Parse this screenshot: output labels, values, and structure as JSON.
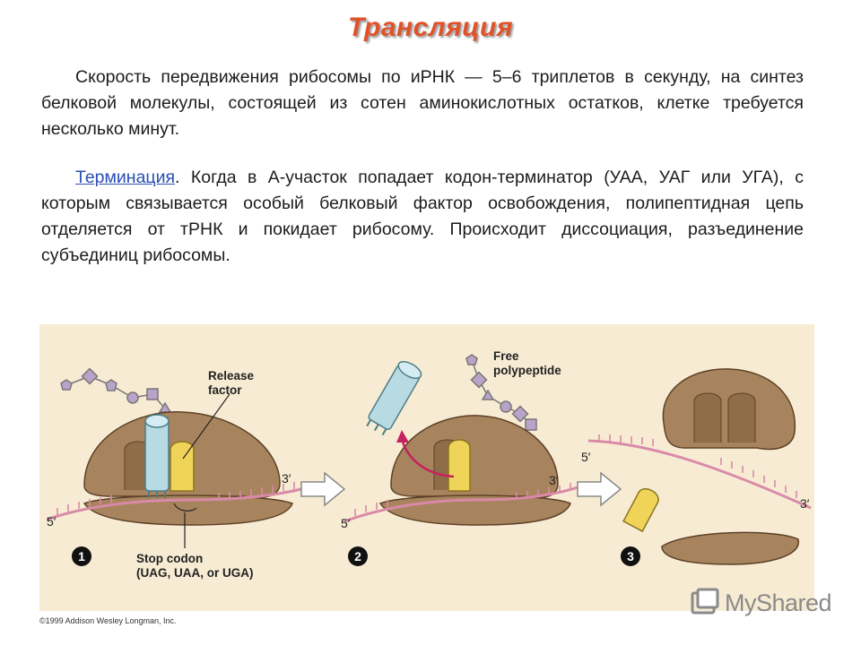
{
  "title": "Трансляция",
  "paragraph1": "Скорость передвижения рибосомы по иРНК — 5–6 триплетов в секунду, на синтез белковой молекулы, состоящей из сотен аминокислотных остатков, клетке требуется несколько минут.",
  "paragraph2": {
    "link": "Терминация",
    "text": ". Когда в А-участок попадает кодон-терминатор (УАА, УАГ или УГА), с которым связывается особый белковый фактор освобождения, полипептидная цепь отделяется от тРНК и покидает рибосому. Происходит диссоциация, разъединение субъединиц рибосомы."
  },
  "figure": {
    "release_factor": [
      "Release",
      "factor"
    ],
    "free_polypeptide": [
      "Free",
      "polypeptide"
    ],
    "stop_codon": [
      "Stop codon",
      "(UAG, UAA, or UGA)"
    ],
    "five_prime": "5′",
    "three_prime": "3′",
    "steps": [
      "1",
      "2",
      "3"
    ],
    "copyright": "©1999 Addison Wesley Longman, Inc.",
    "colors": {
      "background": "#f7ecd3",
      "ribosome": "#a8845e",
      "release_factor": "#f0d45a",
      "trna": "#b8dbe3",
      "mrna": "#d98aa8",
      "arrow": "#c4215e"
    }
  },
  "watermark": "MyShared"
}
